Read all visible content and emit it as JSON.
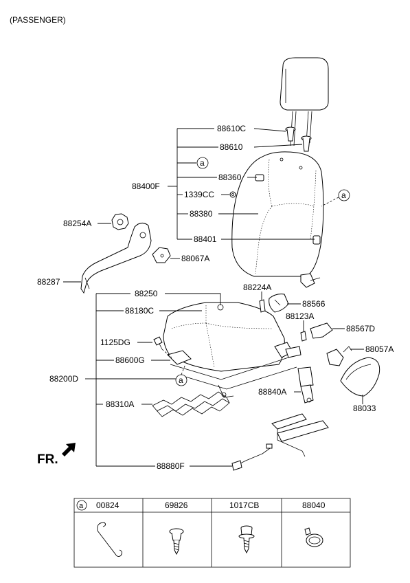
{
  "header": {
    "title": "(PASSENGER)"
  },
  "front_marker": {
    "label": "FR."
  },
  "callout_letter": "a",
  "parts": {
    "p88610C": "88610C",
    "p88610": "88610",
    "p88360": "88360",
    "p88400F": "88400F",
    "p1339CC": "1339CC",
    "p88380": "88380",
    "p88401": "88401",
    "p88254A": "88254A",
    "p88067A": "88067A",
    "p88287": "88287",
    "p88224A": "88224A",
    "p88250": "88250",
    "p88566": "88566",
    "p88180C": "88180C",
    "p88123A": "88123A",
    "p88567D": "88567D",
    "p1125DG": "1125DG",
    "p88057A": "88057A",
    "p88600G": "88600G",
    "p88200D": "88200D",
    "p88840A": "88840A",
    "p88310A": "88310A",
    "p88033": "88033",
    "p88880F": "88880F"
  },
  "fastener_table": {
    "headers": [
      "00824",
      "69826",
      "1017CB",
      "88040"
    ],
    "items": [
      {
        "icon": "wire-hook-icon"
      },
      {
        "icon": "clip-screw-icon"
      },
      {
        "icon": "flanged-screw-icon"
      },
      {
        "icon": "cable-tie-icon"
      }
    ]
  }
}
